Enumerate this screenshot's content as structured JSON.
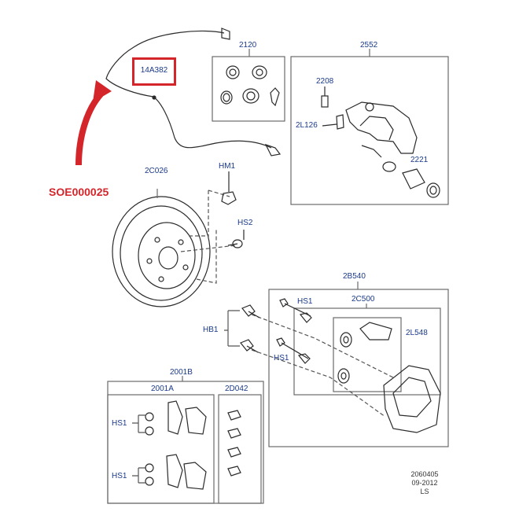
{
  "colors": {
    "line": "#2b2b2b",
    "label": "#1a3a8a",
    "highlight": "#d4252a",
    "box": "#6a6a6a"
  },
  "callout": {
    "text": "SOE000025",
    "icon": "red-curved-arrow-icon"
  },
  "highlighted_part": "14A382",
  "labels": {
    "l2120": "2120",
    "l2552": "2552",
    "l2208": "2208",
    "l2l126": "2L126",
    "l2221": "2221",
    "l2c026": "2C026",
    "lhm1": "HM1",
    "lhs2": "HS2",
    "l2b540": "2B540",
    "lhs1a": "HS1",
    "l2c500": "2C500",
    "lhb1": "HB1",
    "l2l548": "2L548",
    "lhs1b": "HS1",
    "l2001b": "2001B",
    "l2001a": "2001A",
    "l2d042": "2D042",
    "lhs1c": "HS1",
    "lhs1d": "HS1"
  },
  "footer": {
    "line1": "2060405",
    "line2": "09-2012",
    "line3": "LS"
  }
}
